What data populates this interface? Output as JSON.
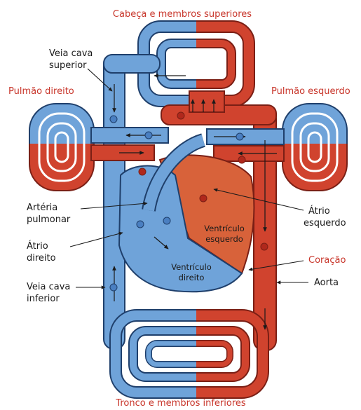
{
  "labels": {
    "head": "Cabeça e membros superiores",
    "right_lung": "Pulmão direito",
    "left_lung": "Pulmão esquerdo",
    "vena_cava_sup_1": "Veia cava",
    "vena_cava_sup_2": "superior",
    "pulm_artery_1": "Artéria",
    "pulm_artery_2": "pulmonar",
    "right_atrium_1": "Átrio",
    "right_atrium_2": "direito",
    "vena_cava_inf_1": "Veia cava",
    "vena_cava_inf_2": "inferior",
    "left_atrium_1": "Átrio",
    "left_atrium_2": "esquerdo",
    "heart": "Coração",
    "aorta": "Aorta",
    "left_ventricle_1": "Ventrículo",
    "left_ventricle_2": "esquerdo",
    "right_ventricle_1": "Ventrículo",
    "right_ventricle_2": "direito",
    "trunk": "Tronco e membros inferiores"
  },
  "colors": {
    "venous": "#6fa3d9",
    "arterial": "#d0432e",
    "outline": "#1f3f6b",
    "heart_fill": "#d8623a",
    "label_red": "#c8352a"
  }
}
